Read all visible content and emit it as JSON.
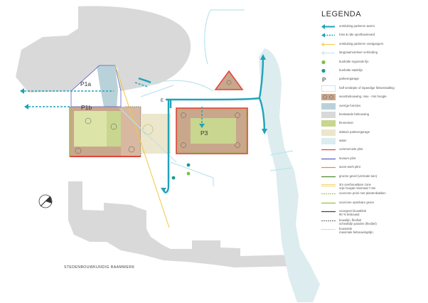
{
  "legend": {
    "title": "LEGENDA",
    "items": [
      {
        "label": "ontsluiting parkeren auto's",
        "symbol": "arrow-teal-thick",
        "color": "#1fa3b8"
      },
      {
        "label": "Kiss & ride sportboulevard",
        "symbol": "arrow-teal-dashed",
        "color": "#1fa3b8"
      },
      {
        "label": "ontsluiting parkeren voetgangers",
        "symbol": "arrow-yellow",
        "color": "#f2c744"
      },
      {
        "label": "langzaamverkeer verbinding",
        "symbol": "arrow-lightblue",
        "color": "#bde3ee"
      },
      {
        "label": "bushalte regionale lijn",
        "symbol": "dot-green",
        "color": "#7cc242"
      },
      {
        "label": "bushalte stadslijn",
        "symbol": "dot-teal",
        "color": "#1b9a8c"
      },
      {
        "label": "parkeergarage",
        "symbol": "letter-p",
        "letter": "P"
      },
      {
        "label": "half verdiepte of inpandige fietsenstalling",
        "symbol": "box-outline-lightblue",
        "color": "#bde3ee"
      },
      {
        "label": "woonbebouwing, max - min.hoogte",
        "symbol": "box-houses",
        "color": "#c9a78c"
      },
      {
        "label": "overige functies",
        "symbol": "box-fill",
        "color": "#b9d2da"
      },
      {
        "label": "bestaande bebouwing",
        "symbol": "box-fill",
        "color": "#d9d9d9"
      },
      {
        "label": "binnentuin",
        "symbol": "box-fill",
        "color": "#c8d68f"
      },
      {
        "label": "daktuin parkeergarage",
        "symbol": "box-fill",
        "color": "#ece6cc"
      },
      {
        "label": "water",
        "symbol": "box-fill",
        "color": "#dcecef"
      },
      {
        "label": "commerciele plint",
        "symbol": "line",
        "color": "#e0443a"
      },
      {
        "label": "levaure plint",
        "symbol": "line",
        "color": "#5a5cc4"
      },
      {
        "label": "woon-werk plint",
        "symbol": "line",
        "color": "#f08a2c"
      },
      {
        "label": "groene gevel (verticale tuin)",
        "symbol": "line",
        "color": "#4a8c2f"
      },
      {
        "label": "3m overbouwbare zone\nvrije hoogte minimaal 7.5m",
        "symbol": "line-double",
        "color": "#f2c744"
      },
      {
        "label": "voorzone privé met plantenbakken",
        "symbol": "line-dashed",
        "color": "#8fc23f"
      },
      {
        "label": "voorzone openbare groen",
        "symbol": "line",
        "color": "#8fc23f"
      },
      {
        "label": "voorgevel bouwblok\n90 % bebouwd",
        "symbol": "line",
        "color": "#444444"
      },
      {
        "label": "bouwlijn, flexibel\nscheidslijn panden (flexibel)",
        "symbol": "line-dashed",
        "color": "#666666"
      },
      {
        "label": "bouwvlak\nmaximale bebouwingslijn",
        "symbol": "line-dotted",
        "color": "#888888"
      }
    ]
  },
  "map": {
    "caption": "STEDENBOUWKUNDIG RAAMWERK",
    "zones": [
      {
        "id": "p1a",
        "label": "P1a"
      },
      {
        "id": "p1b",
        "label": "P1b"
      },
      {
        "id": "p3",
        "label": "P3"
      }
    ],
    "marker_letter": "E"
  }
}
